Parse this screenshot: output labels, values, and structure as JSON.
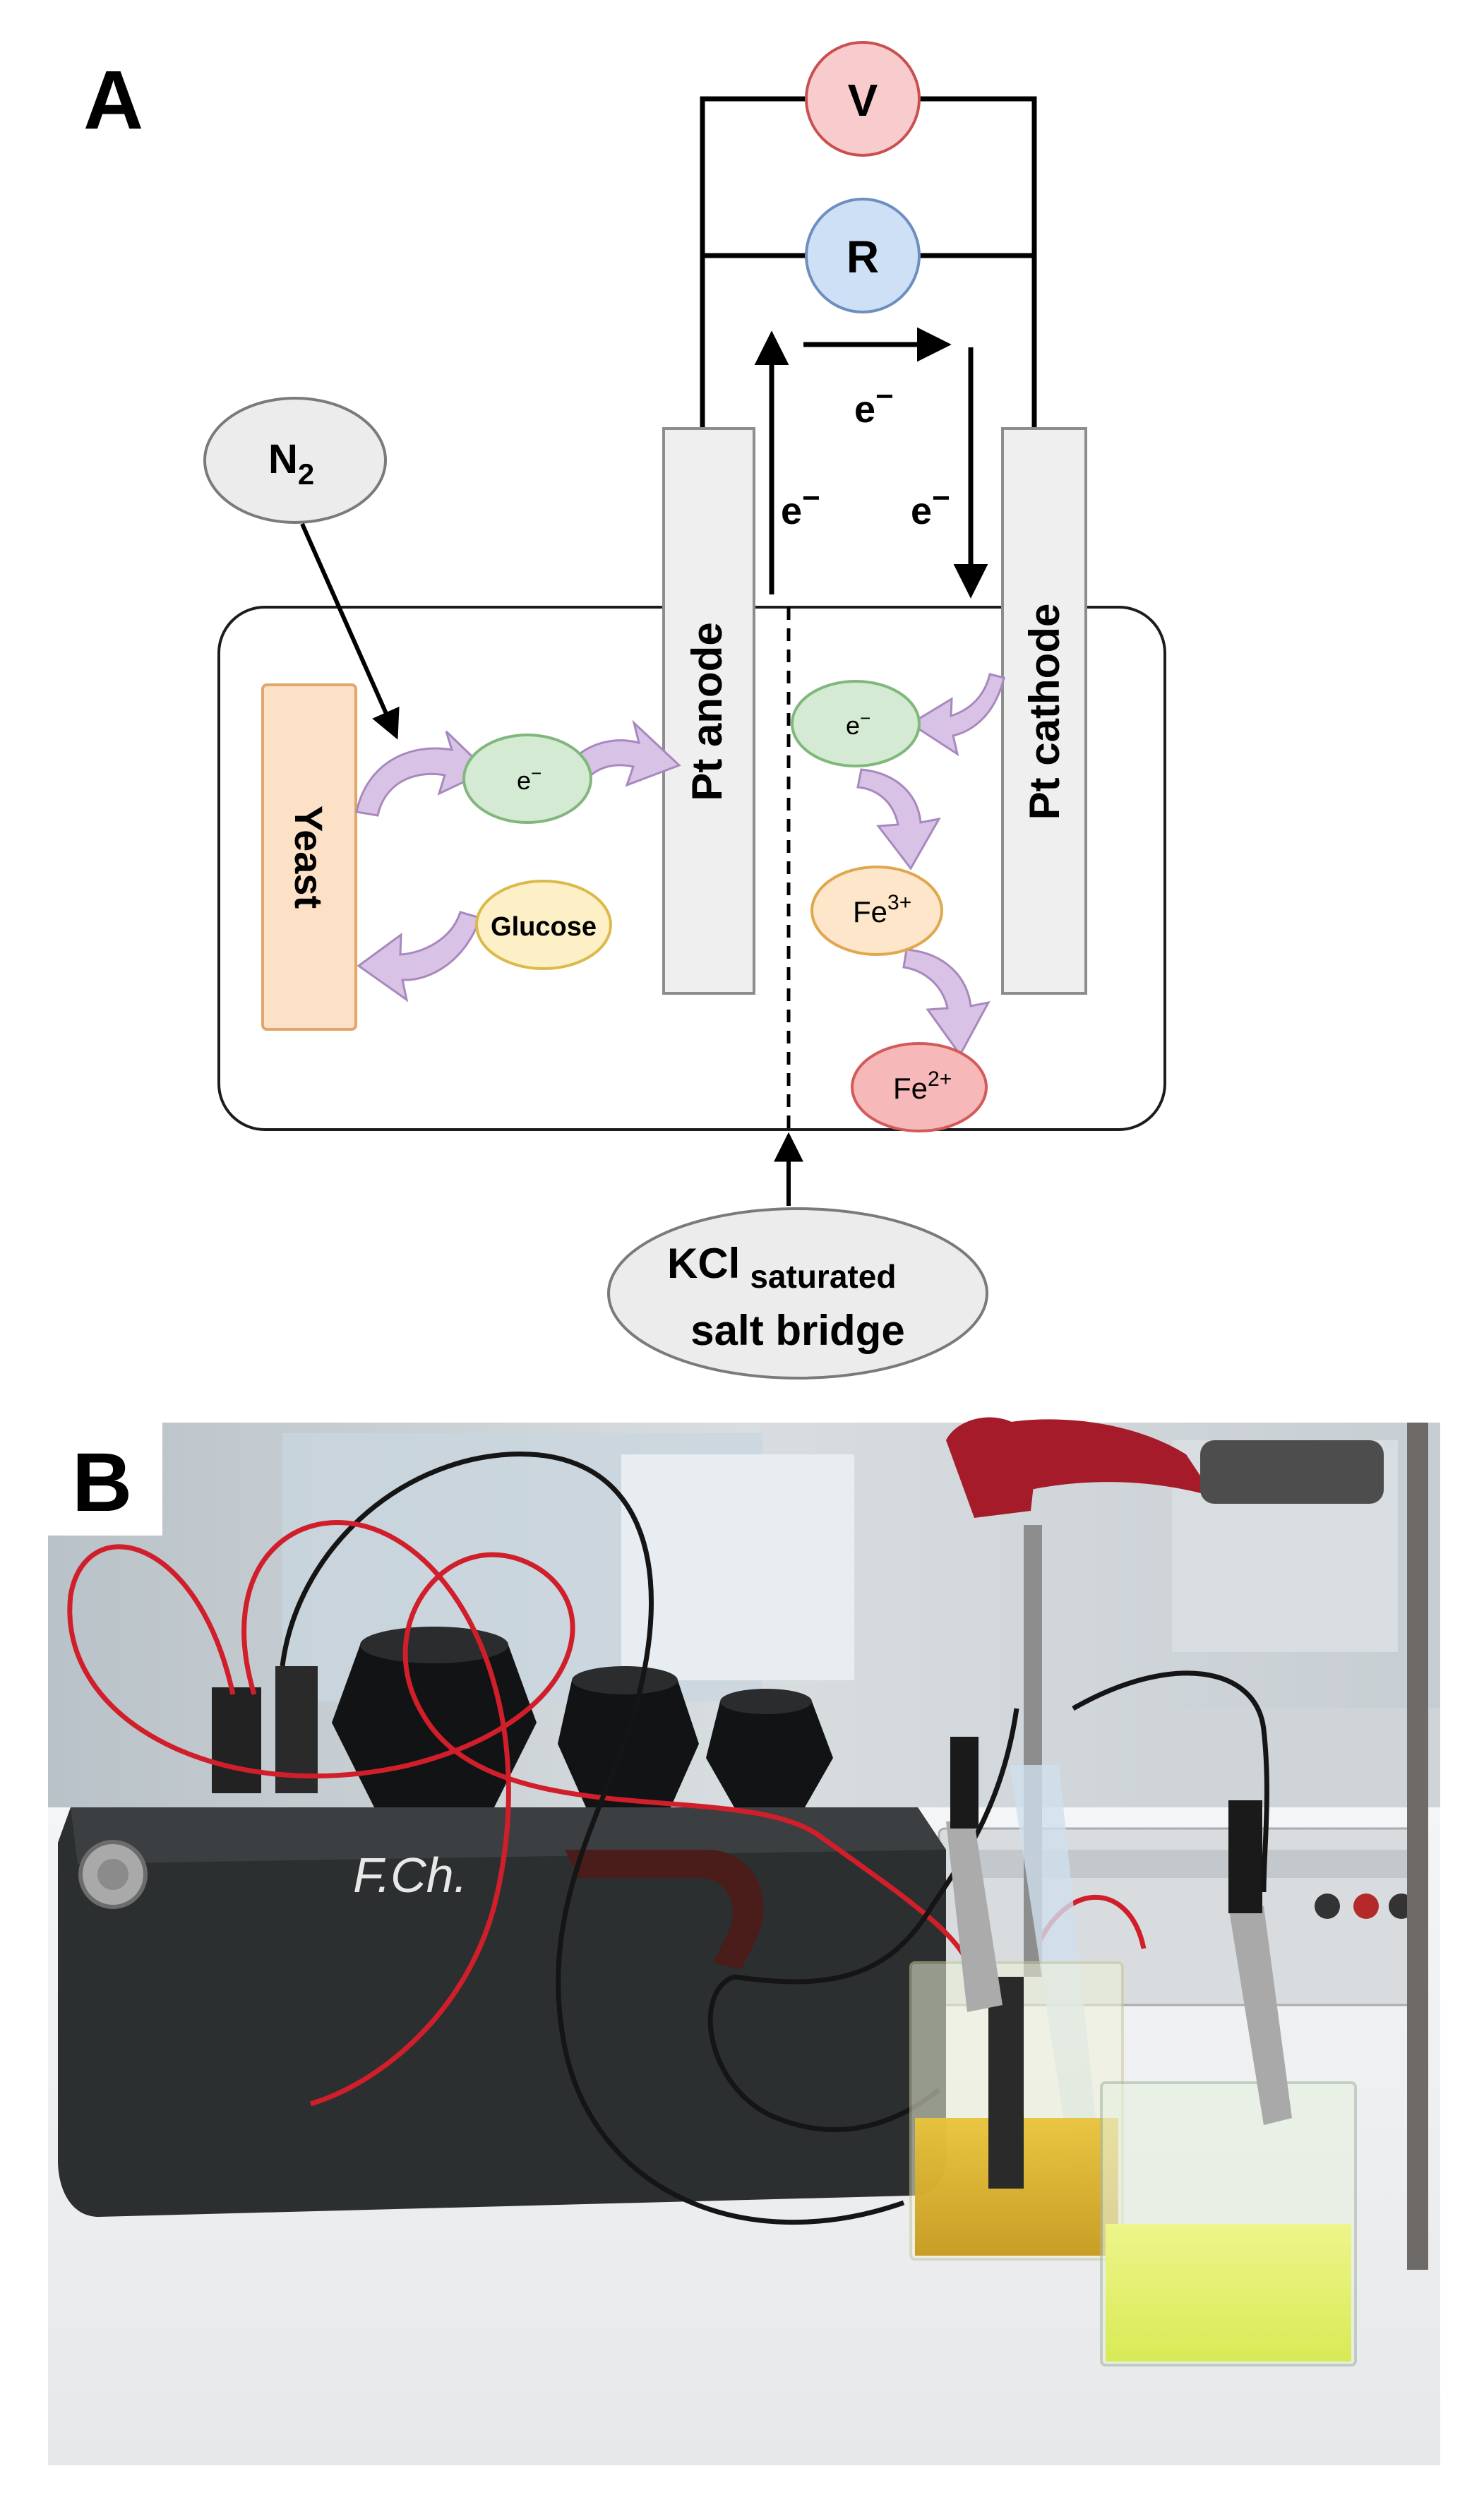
{
  "panel_a": {
    "label": "A",
    "voltmeter": "V",
    "resistor": "R",
    "electron": "e",
    "electron_charge": "−",
    "electron_small": "e",
    "electron_small_charge": "−",
    "gas": {
      "main": "N",
      "sub": "2"
    },
    "yeast": "Yeast",
    "glucose": "Glucose",
    "anode": "Pt anode",
    "cathode": "Pt cathode",
    "fe3": {
      "main": "Fe",
      "sup": "3+"
    },
    "fe2": {
      "main": "Fe",
      "sup": "2+"
    },
    "salt_bridge": {
      "main": "KCl",
      "sub": "saturated",
      "line2": "salt bridge"
    }
  },
  "panel_b": {
    "label": "B",
    "photo_description_text": "F.Ch."
  },
  "colors": {
    "voltmeter_fill": "#f8cccc",
    "voltmeter_stroke": "#c95050",
    "resistor_fill": "#cde0f5",
    "resistor_stroke": "#6c8fbf",
    "electron_fill": "#d4ead2",
    "electron_stroke": "#80b77c",
    "fe3_fill": "#fde6c9",
    "fe3_stroke": "#e0a84e",
    "fe2_fill": "#f6b8b8",
    "fe2_stroke": "#d35a5a",
    "glucose_fill": "#fdf0c6",
    "glucose_stroke": "#dbb94a",
    "yeast_fill": "#fde1c6",
    "yeast_stroke": "#e1a66a",
    "electrode_fill": "#efefef",
    "bubble_fill": "#ececec",
    "arrow_purple": "#d8c3e6",
    "arrow_purple_stroke": "#a888bf"
  }
}
